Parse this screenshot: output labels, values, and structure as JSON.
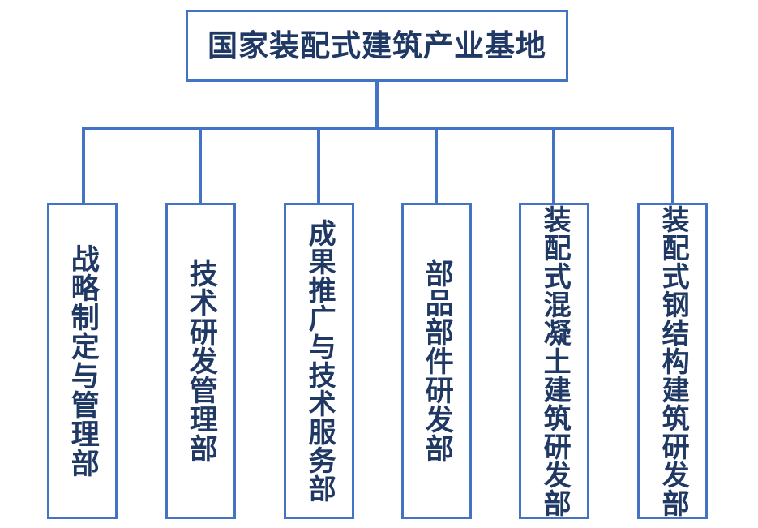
{
  "diagram": {
    "type": "organization-chart",
    "orientation": "top-down",
    "colors": {
      "border": "#4472C4",
      "text": "#1F3864",
      "connector": "#4472C4",
      "background": "#FFFFFF"
    },
    "root": {
      "label": "国家装配式建筑产业基地"
    },
    "children": [
      {
        "label": "战略制定与管理部"
      },
      {
        "label": "技术研发管理部"
      },
      {
        "label": "成果推广与技术服务部"
      },
      {
        "label": "部品部件研发部"
      },
      {
        "label": "装配式混凝土建筑研发部"
      },
      {
        "label": "装配式钢结构建筑研发部"
      }
    ]
  }
}
